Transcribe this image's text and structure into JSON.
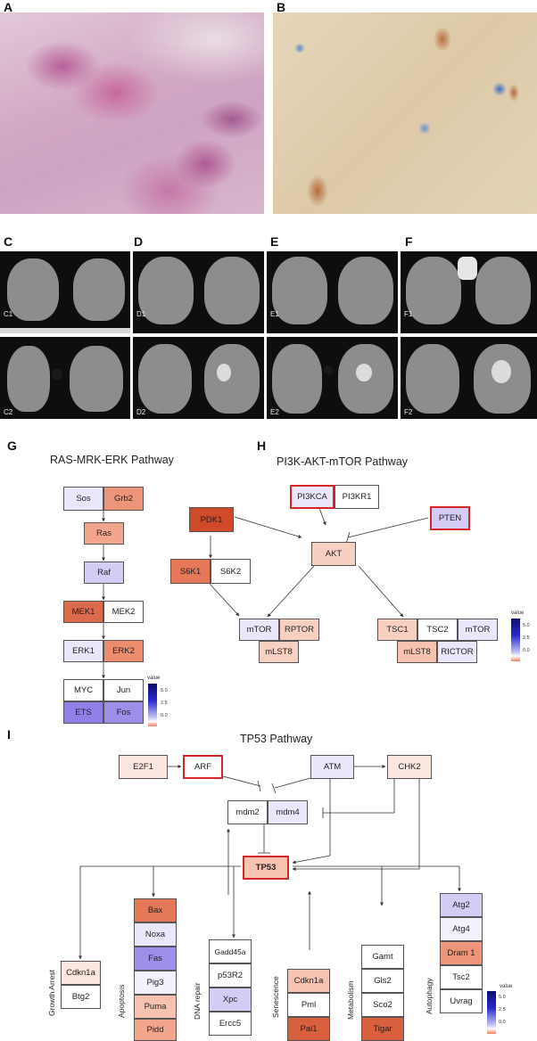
{
  "panel_labels": {
    "a": "A",
    "b": "B",
    "c": "C",
    "d": "D",
    "e": "E",
    "f": "F",
    "g": "G",
    "h": "H",
    "i": "I"
  },
  "ct_labels": {
    "c1": "C1",
    "c2": "C2",
    "d1": "D1",
    "d2": "D2",
    "e1": "E1",
    "e2": "E2",
    "f1": "F1",
    "f2": "F2"
  },
  "ras": {
    "title": "RAS-MRK-ERK Pathway",
    "nodes": {
      "sos": "Sos",
      "grb2": "Grb2",
      "ras": "Ras",
      "raf": "Raf",
      "mek1": "MEK1",
      "mek2": "MEK2",
      "erk1": "ERK1",
      "erk2": "ERK2",
      "myc": "MYC",
      "jun": "Jun",
      "ets": "ETS",
      "fos": "Fos"
    }
  },
  "pi3k": {
    "title": "PI3K-AKT-mTOR Pathway",
    "nodes": {
      "pi3kca": "PI3KCA",
      "pi3kr1": "PI3KR1",
      "pten": "PTEN",
      "pdk1": "PDK1",
      "akt": "AKT",
      "s6k1": "S6K1",
      "s6k2": "S6K2",
      "mtor1": "mTOR",
      "rptor": "RPTOR",
      "mlst8a": "mLST8",
      "tsc1": "TSC1",
      "tsc2": "TSC2",
      "mtor2": "mTOR",
      "mlst8b": "mLST8",
      "rictor": "RICTOR"
    }
  },
  "tp53": {
    "title": "TP53 Pathway",
    "nodes": {
      "e2f1": "E2F1",
      "arf": "ARF",
      "atm": "ATM",
      "chk2": "CHK2",
      "mdm2": "mdm2",
      "mdm4": "mdm4",
      "tp53": "TP53"
    },
    "groups": {
      "growth": {
        "label": "Growth Arrest",
        "items": [
          "Cdkn1a",
          "Btg2"
        ]
      },
      "apoptosis": {
        "label": "Apoptosis",
        "items": [
          "Bax",
          "Noxa",
          "Fas",
          "Pig3",
          "Puma",
          "Pidd"
        ]
      },
      "dna": {
        "label": "DNA repair",
        "items": [
          "Gadd45a",
          "p53R2",
          "Xpc",
          "Ercc5"
        ]
      },
      "senescence": {
        "label": "Senescence",
        "items": [
          "Cdkn1a",
          "Pml",
          "Pai1"
        ]
      },
      "metabolism": {
        "label": "Metabolism",
        "items": [
          "Gamt",
          "Gls2",
          "Sco2",
          "Tigar"
        ]
      },
      "autophagy": {
        "label": "Autophagy",
        "items": [
          "Atg2",
          "Atg4",
          "Dram 1",
          "Tsc2",
          "Uvrag"
        ]
      }
    }
  },
  "legend": {
    "title": "value",
    "ticks": [
      "5.0",
      "2.5",
      "0.0"
    ]
  },
  "colors": {
    "strong_red": "#d9603f",
    "mid_red": "#ee9478",
    "light_red": "#f8d0c2",
    "faint_red": "#fbe7df",
    "white": "#ffffff",
    "faint_blue": "#ebe7fb",
    "light_blue": "#d4ccf4",
    "mid_blue": "#9d8eea",
    "highlight": "#d62728"
  }
}
